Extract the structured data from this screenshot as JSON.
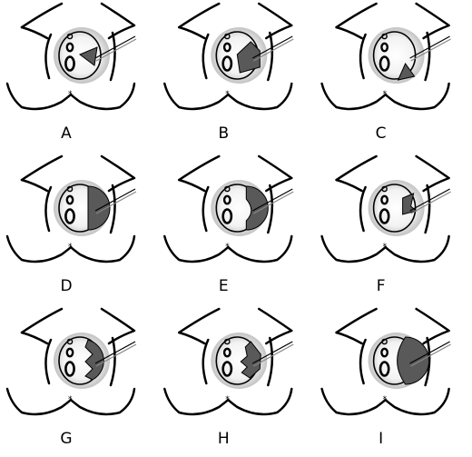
{
  "panels": [
    {
      "label": "A",
      "variant": "wedge-small"
    },
    {
      "label": "B",
      "variant": "wedge-cut-bottom"
    },
    {
      "label": "C",
      "variant": "wedge-low"
    },
    {
      "label": "D",
      "variant": "half-moon"
    },
    {
      "label": "E",
      "variant": "half-moon-notch"
    },
    {
      "label": "F",
      "variant": "star-notch"
    },
    {
      "label": "G",
      "variant": "zigzag"
    },
    {
      "label": "H",
      "variant": "stepped"
    },
    {
      "label": "I",
      "variant": "large-half-moon"
    }
  ],
  "colors": {
    "line": "#000000",
    "shaded": "#595959",
    "background": "#ffffff"
  }
}
